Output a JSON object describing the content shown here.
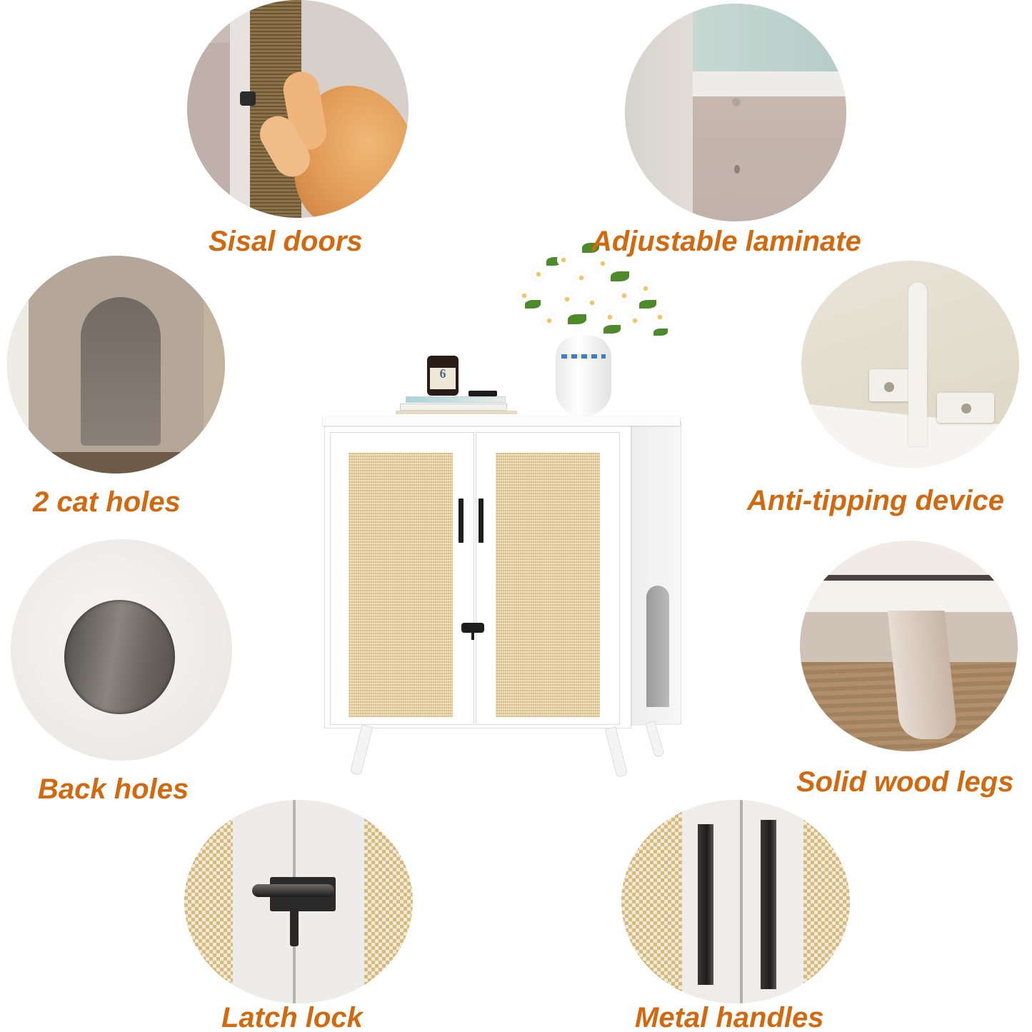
{
  "infographic": {
    "accent_color": "#d2690f",
    "product": {
      "name": "cat-litter-box-cabinet",
      "color": "white",
      "door_material": "sisal",
      "jar_label_number": "6"
    },
    "features": [
      {
        "id": "sisal-doors",
        "label": "Sisal doors"
      },
      {
        "id": "adjustable-laminate",
        "label": "Adjustable laminate"
      },
      {
        "id": "cat-holes",
        "label": "2 cat holes"
      },
      {
        "id": "anti-tipping",
        "label": "Anti-tipping device"
      },
      {
        "id": "back-holes",
        "label": "Back holes"
      },
      {
        "id": "wood-legs",
        "label": "Solid wood legs"
      },
      {
        "id": "latch-lock",
        "label": "Latch lock"
      },
      {
        "id": "metal-handles",
        "label": "Metal handles"
      }
    ]
  }
}
